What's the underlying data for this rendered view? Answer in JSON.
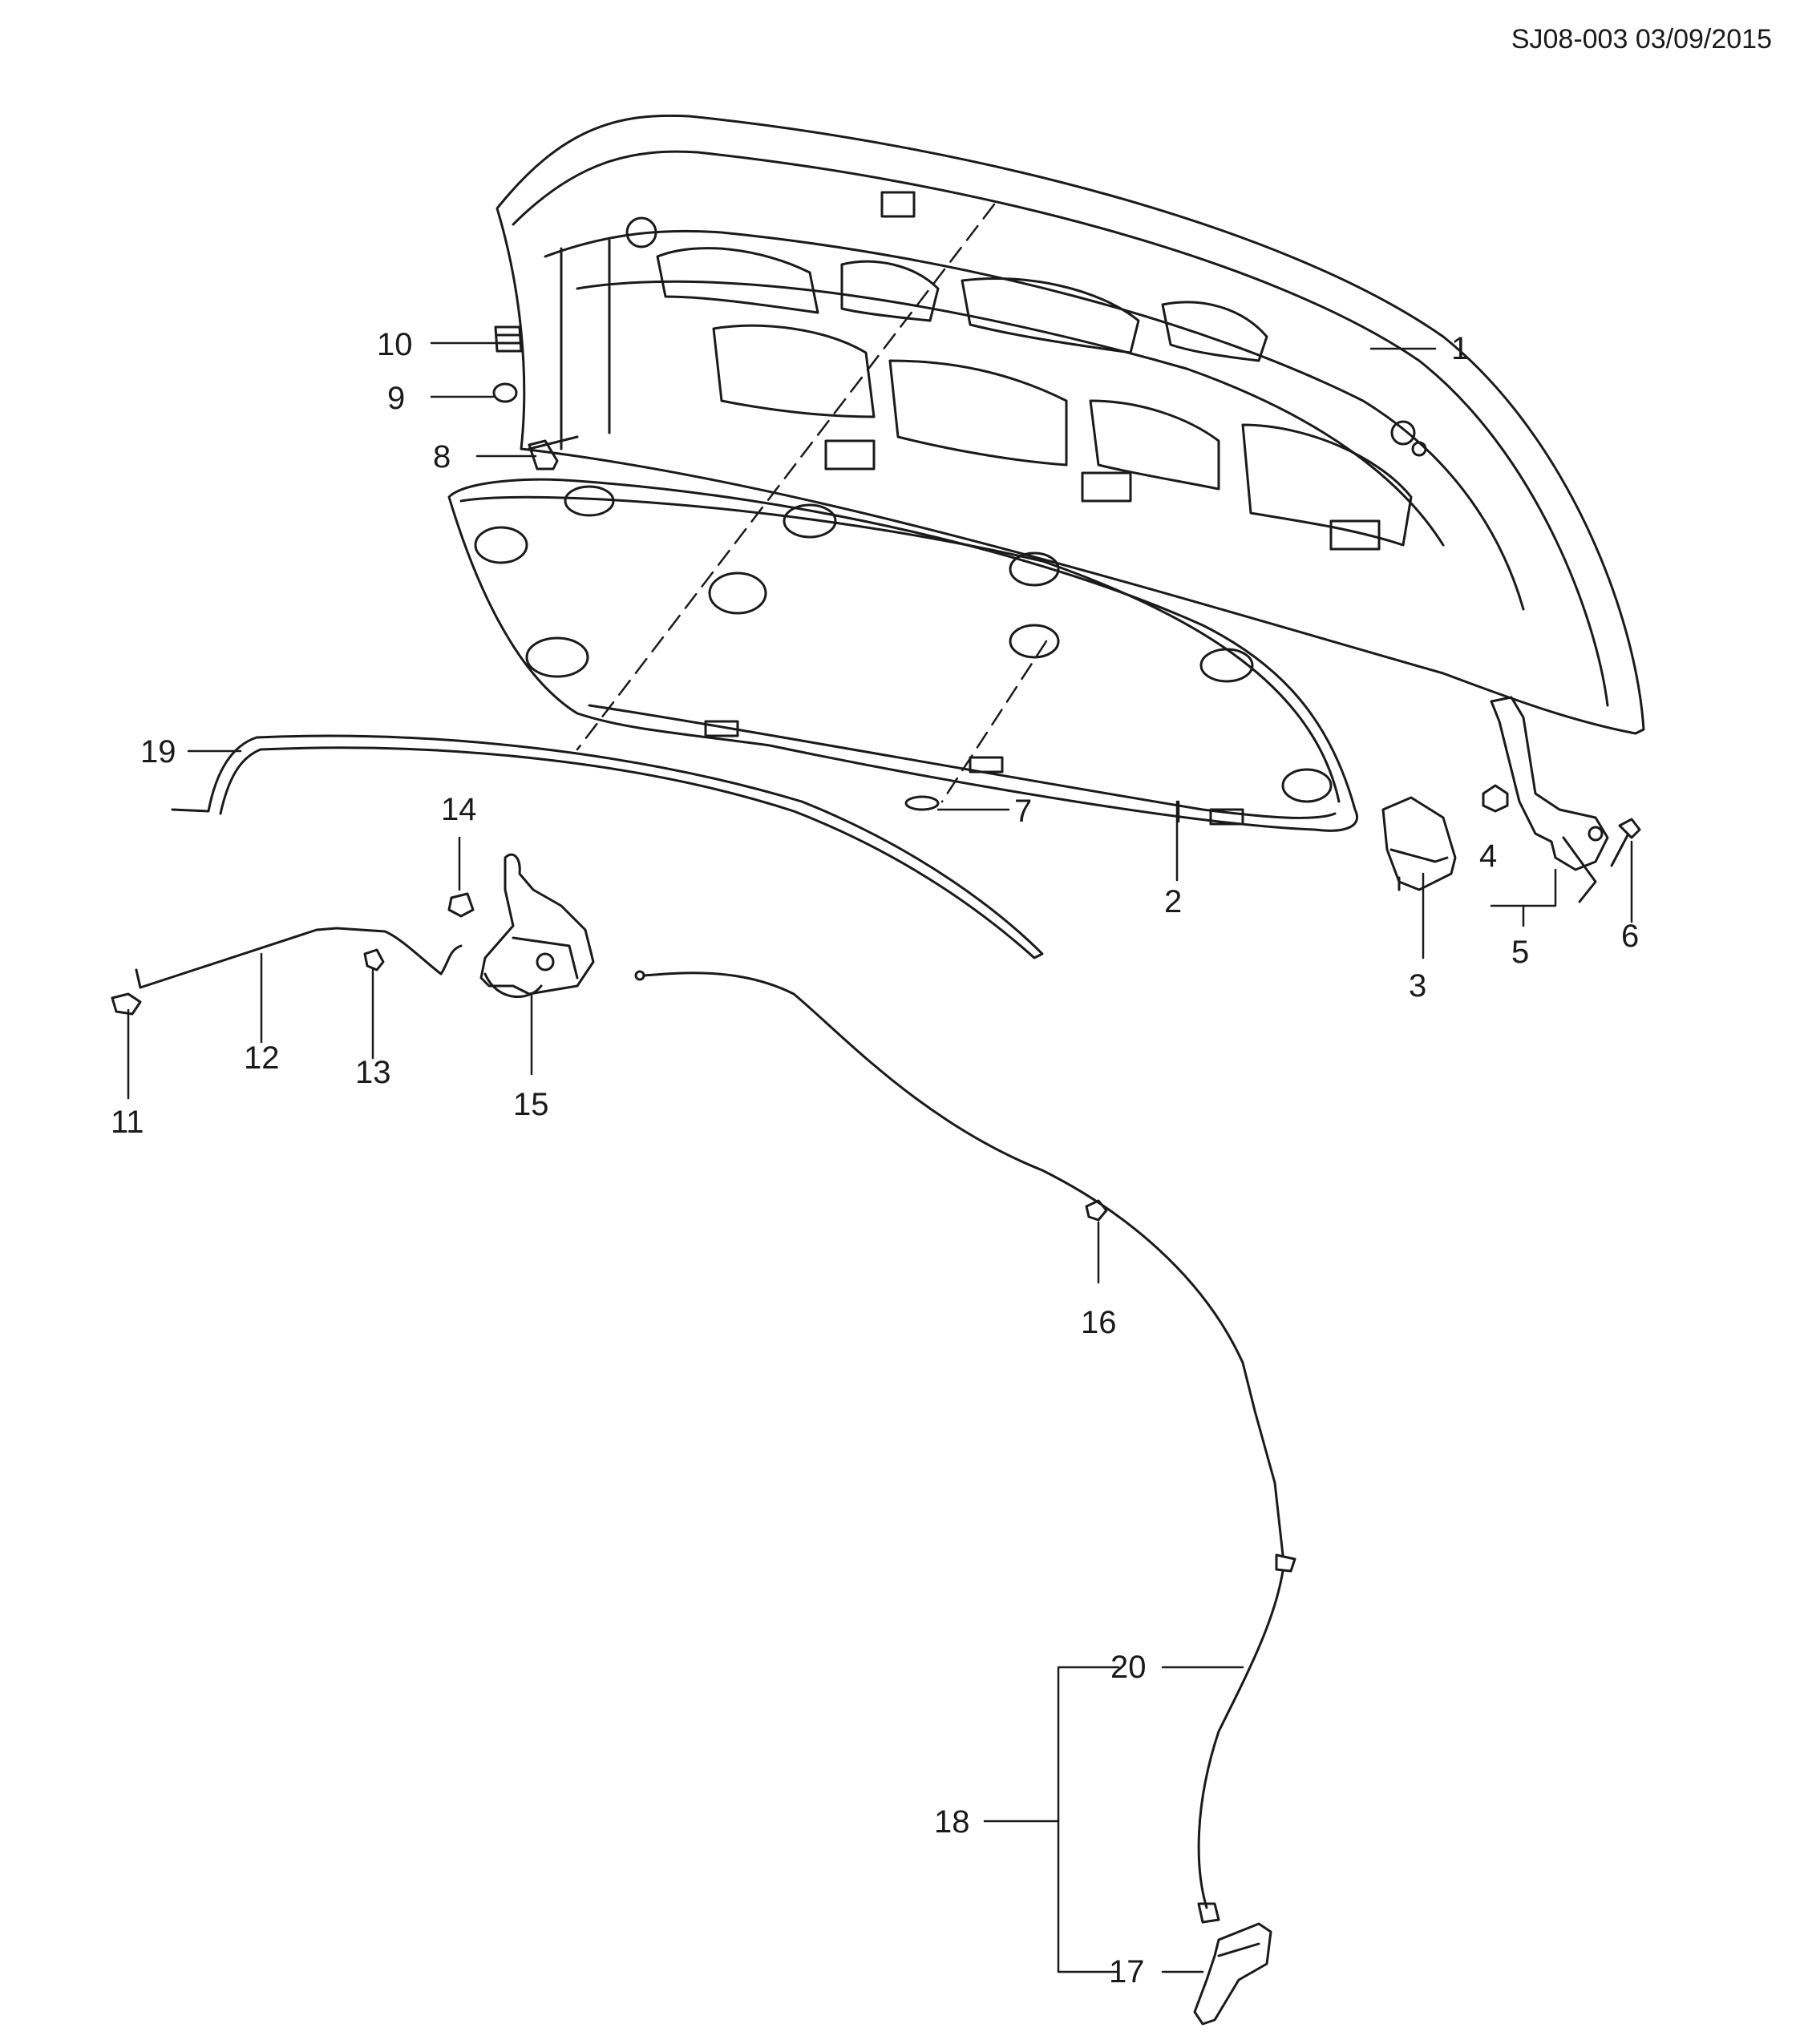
{
  "header": {
    "code": "SJ08-003 03/09/2015"
  },
  "callouts": [
    "1",
    "2",
    "3",
    "4",
    "5",
    "6",
    "7",
    "8",
    "9",
    "10",
    "11",
    "12",
    "13",
    "14",
    "15",
    "16",
    "17",
    "18",
    "19",
    "20"
  ],
  "colors": {
    "line": "#1a1a1a",
    "background": "#ffffff"
  }
}
